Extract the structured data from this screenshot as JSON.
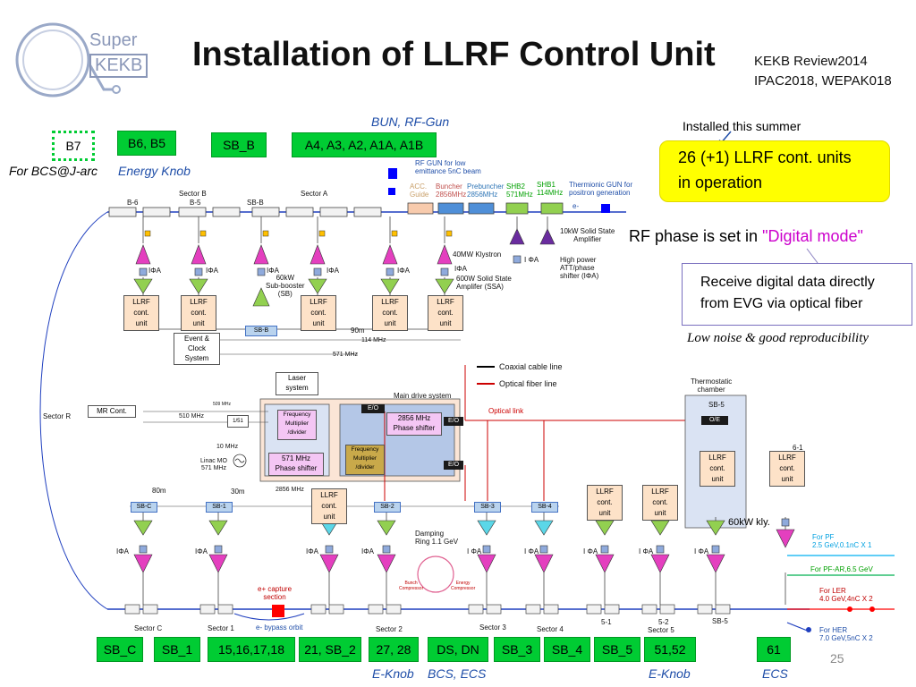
{
  "header": {
    "logo_text_top": "Super",
    "logo_text_bottom": "KEKB",
    "title": "Installation of LLRF Control Unit",
    "ref_line1": "KEKB Review2014",
    "ref_line2": "IPAC2018, WEPAK018"
  },
  "top_labels": {
    "bun_rf_gun": "BUN, RF-Gun",
    "b7": "B7",
    "b6_b5": "B6, B5",
    "sb_b": "SB_B",
    "a4_a1b": "A4, A3, A2,    A1A, A1B",
    "for_bcs": "For BCS@J-arc",
    "energy_knob": "Energy Knob",
    "installed": "Installed this summer",
    "units_line1": "26 (+1) LLRF cont. units",
    "units_line2": "in operation",
    "rf_phase_prefix": "RF phase is set  in ",
    "rf_phase_mode": "\"Digital mode\"",
    "receive_line1": "Receive digital data directly",
    "receive_line2": "from EVG via optical fiber",
    "low_noise": "Low noise & good reproducibility"
  },
  "upper_diagram": {
    "rf_gun_low": "RF GUN for low",
    "rf_gun_low2": "emittance 5nC beam",
    "acc": "ACC.",
    "guide": "Guide",
    "buncher": "Buncher",
    "buncher_f": "2856MHz",
    "prebuncher": "Prebuncher",
    "prebuncher_f": "2856MHz",
    "shb2": "SHB2",
    "shb2_f": "571MHz",
    "shb1": "SHB1",
    "shb1_f": "114MHz",
    "thermionic": "Thermionic GUN for",
    "thermionic2": "positron generation",
    "e_minus": "e-",
    "sector_b": "Sector B",
    "b5": "B-5",
    "b6": "B-6",
    "sbb": "SB-B",
    "sector_a": "Sector A",
    "solid_state_10kw": "10kW Solid State",
    "amplifier": "Amplifier",
    "klystron_40mw": "40MW Klystron",
    "i_phi_a": "IΦA",
    "i_phi_a_sp": "I ΦA",
    "high_power": "High power",
    "att_phase": "ATT/phase",
    "shifter": "shifter (IΦA)",
    "ssa1": "600W Solid State",
    "ssa2": "Amplifer (SSA)",
    "sub_booster1": "60kW",
    "sub_booster2": "Sub-booster",
    "sub_booster3": "(SB)",
    "llrf1": "LLRF",
    "llrf2": "cont.",
    "llrf3": "unit",
    "sbb_box": "SB-B",
    "d90m": "90m",
    "f114": "114 MHz",
    "f571": "571 MHz",
    "event1": "Event &",
    "event2": "Clock",
    "event3": "System"
  },
  "legend": {
    "coax": "Coaxial cable line",
    "fiber": "Optical fiber line"
  },
  "main_drive": {
    "laser1": "Laser",
    "laser2": "system",
    "main_drive": "Main drive system",
    "eo": "E/O",
    "f2856_1": "2856 MHz",
    "f2856_2": "Phase shifter",
    "optical_link": "Optical link",
    "mr_cont": "MR Cont.",
    "sector_r": "Sector R",
    "f509": "509 MHz",
    "f510": "510 MHz",
    "div151": "1/51",
    "freq1": "Frequency",
    "freq2": "Multiplier",
    "freq3": "/divider",
    "f10": "10 MHz",
    "linac_mo1": "Linac MO",
    "linac_mo2": "571 MHz",
    "f571_1": "571 MHz",
    "f571_2": "Phase shifter",
    "thermo1": "Thermostatic",
    "thermo2": "chamber",
    "sb5": "SB-5",
    "oe": "O/E",
    "n61": "6-1",
    "d80m": "80m",
    "d30m": "30m",
    "f2856mhz": "2856 MHz",
    "kly60": "60kW kly."
  },
  "lower_diagram": {
    "sbc": "SB-C",
    "sb1": "SB-1",
    "sb2": "SB-2",
    "sb3": "SB-3",
    "sb4": "SB-4",
    "damping1": "Damping",
    "damping2": "Ring 1.1 GeV",
    "bunch_comp1": "Bunch",
    "bunch_comp2": "Compressor",
    "energy_comp1": "Energy",
    "energy_comp2": "Compressor",
    "capture1": "e+ capture",
    "capture2": "section",
    "bypass": "e- bypass orbit",
    "sector_c": "Sector C",
    "sector_1": "Sector 1",
    "sector_2": "Sector 2",
    "sector_3": "Sector 3",
    "sector_4": "Sector 4",
    "sector_5": "Sector 5",
    "s51": "5-1",
    "s52": "5-2",
    "s5b": "SB-5",
    "for_pf1": "For PF",
    "for_pf2": "2.5 GeV,0.1nC X 1",
    "for_pfar": "For PF-AR,6.5 GeV",
    "for_ler1": "For LER",
    "for_ler2": "4.0 GeV,4nC X 2",
    "for_her1": "For HER",
    "for_her2": "7.0 GeV,5nC X 2"
  },
  "bottom_boxes": [
    "SB_C",
    "SB_1",
    "15,16,17,18",
    "21, SB_2",
    "27, 28",
    "DS, DN",
    "SB_3",
    "SB_4",
    "SB_5",
    "51,52",
    "61"
  ],
  "bottom_labels": {
    "e_knob1": "E-Knob",
    "bcs_ecs": "BCS, ECS",
    "e_knob2": "E-Knob",
    "ecs": "ECS",
    "page": "25"
  },
  "colors": {
    "green": "#00cc33",
    "yellow": "#ffff00",
    "magenta": "#cc00cc",
    "blue_text": "#1f4ea8",
    "fiber_red": "#cc0000"
  }
}
